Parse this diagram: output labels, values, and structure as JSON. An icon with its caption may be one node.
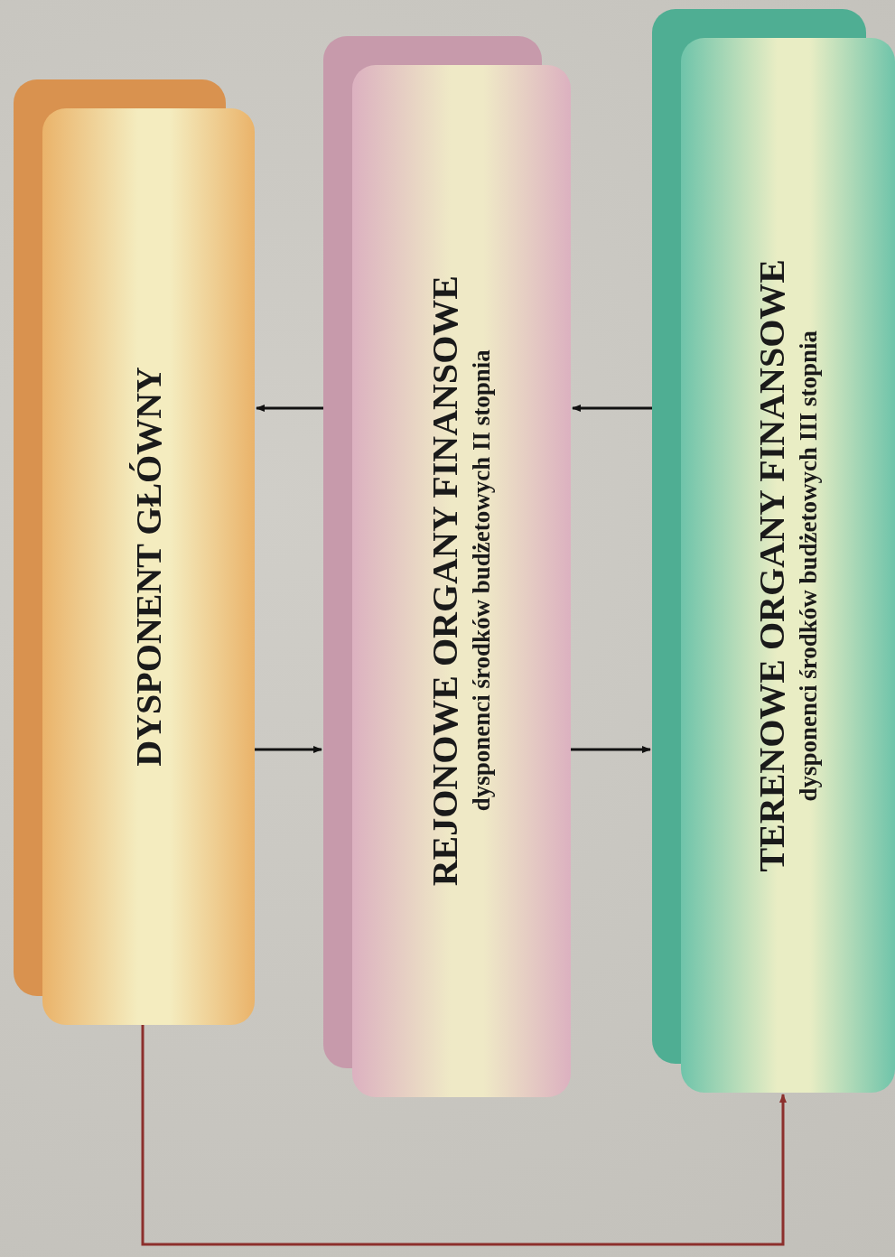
{
  "diagram": {
    "nodes": [
      {
        "text": [
          "DYSPONENT GŁÓWNY"
        ]
      },
      {
        "text": [
          "REJONOWE ORGANY FINANSOWE",
          "dysponenci środków budżetowych II stopnia"
        ]
      },
      {
        "text": [
          "TERENOWE ORGANY FINANSOWE",
          "dysponenci środków budżetowych III stopnia"
        ]
      }
    ],
    "edges": [
      {
        "from": 1,
        "to": 0,
        "arrow": "to"
      },
      {
        "from": 0,
        "to": 1,
        "arrow": "to"
      },
      {
        "from": 2,
        "to": 1,
        "arrow": "to"
      },
      {
        "from": 1,
        "to": 2,
        "arrow": "to"
      },
      {
        "from": 0,
        "to": 2,
        "arrow": "to",
        "color": "#8c2f2c"
      }
    ]
  }
}
